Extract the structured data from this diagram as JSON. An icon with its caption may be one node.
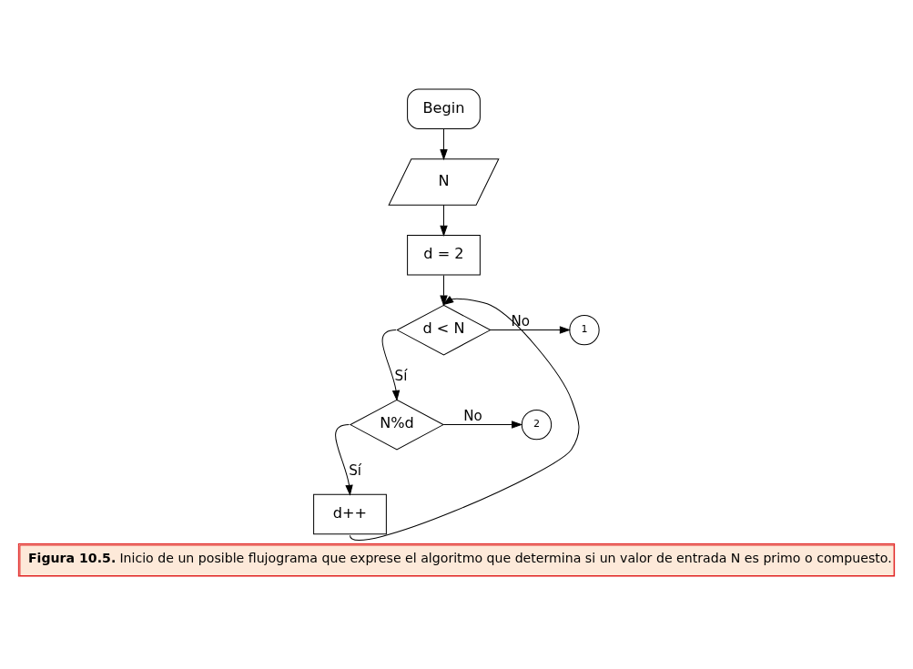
{
  "diagram": {
    "caption": "**Figura 10.5.** Inicio de un posible flujograma que exprese el algoritmo que determina si un valor de entrada N es primo o compuesto.",
    "nodes": [
      {
        "text": [
          "Begin"
        ]
      },
      {
        "text": [
          "N"
        ]
      },
      {
        "text": [
          "d = 2"
        ]
      },
      {
        "text": [
          "d < N"
        ]
      },
      {
        "text": [
          "1"
        ]
      },
      {
        "text": [
          "N%d"
        ]
      },
      {
        "text": [
          "2"
        ]
      },
      {
        "text": [
          "d++"
        ]
      }
    ],
    "edges": [
      {
        "from": 0,
        "to": 1,
        "arrow": "to"
      },
      {
        "from": 1,
        "to": 2,
        "arrow": "to"
      },
      {
        "from": 2,
        "to": 3,
        "arrow": "to"
      },
      {
        "from": 3,
        "to": 4,
        "arrow": "to",
        "label": "No"
      },
      {
        "from": 3,
        "to": 5,
        "arrow": "to",
        "label": "Sí"
      },
      {
        "from": 5,
        "to": 6,
        "arrow": "to",
        "label": "No"
      },
      {
        "from": 5,
        "to": 7,
        "arrow": "to",
        "label": "Sí"
      },
      {
        "from": 7,
        "to": 3,
        "arrow": "to"
      }
    ]
  }
}
